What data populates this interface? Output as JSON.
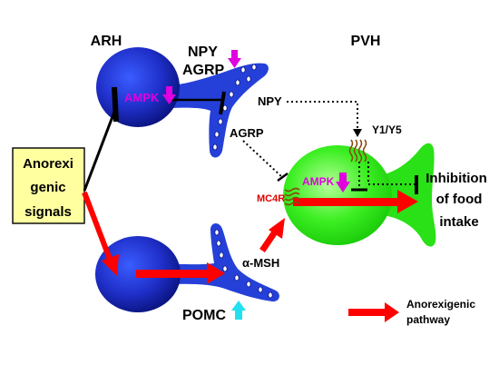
{
  "labels": {
    "arh": "ARH",
    "pvh": "PVH",
    "npy_top": "NPY",
    "agrp_top": "AGRP",
    "ampk_arh": "AMPK",
    "npy_mid": "NPY",
    "y1y5": "Y1/Y5",
    "agrp_mid": "AGRP",
    "ampk_pvh": "AMPK",
    "mc4r": "MC4R",
    "msh": "α-MSH",
    "pomc": "POMC",
    "signals_1": "Anorexi",
    "signals_2": "genic",
    "signals_3": "signals",
    "inhibition_1": "Inhibition",
    "inhibition_2": "of food",
    "inhibition_3": "intake",
    "legend_1": "Anorexigenic",
    "legend_2": "pathway"
  },
  "colors": {
    "neuron_blue": "#1f2fc8",
    "neuron_blue_dark": "#0a1480",
    "pvh_green": "#22e010",
    "pvh_green_light": "#b6ff9a",
    "arrow_red": "#ff0000",
    "ampk_magenta": "#e000e0",
    "pomc_arrow_cyan": "#22e0f0",
    "signals_box": "#ffffa0",
    "receptor_brown": "#8a4a10",
    "mc4r_red": "#e00000"
  },
  "icons": {
    "npy_arrow": "down-arrow-magenta",
    "ampk_arh_arrow": "down-arrow-magenta",
    "ampk_pvh_arrow": "down-arrow-magenta",
    "pomc_arrow": "up-arrow-cyan",
    "legend_arrow": "right-arrow-red"
  }
}
